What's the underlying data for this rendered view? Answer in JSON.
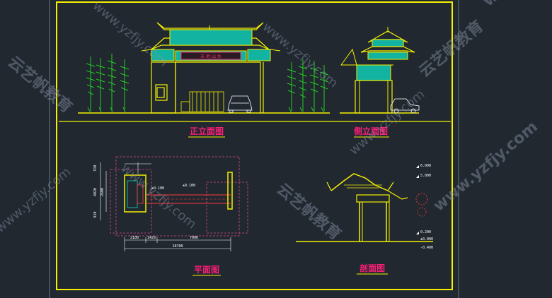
{
  "drawing": {
    "label_front": "正立面图",
    "label_side": "侧立面图",
    "label_plan": "平面图",
    "label_section": "剖面图",
    "sign_text": "天 地 山 水",
    "dim_bottom_1": "2100",
    "dim_bottom_2": "1429",
    "dim_bottom_3": "7000",
    "dim_total": "10700",
    "dim_left_1": "910",
    "dim_left_2": "4020",
    "dim_left_3": "2600",
    "dim_left_4": "910",
    "plan_elev_1": "±0.100",
    "plan_elev_2": "±0.100",
    "sec_elev_1": "6.000",
    "sec_elev_2": "5.000",
    "sec_elev_3": "0.200",
    "sec_elev_4": "±0.000",
    "sec_elev_5": "-0.400"
  },
  "watermark": {
    "cn": "云艺帆教育",
    "url": "www.yzfjy.com"
  },
  "colors": {
    "background": "#212830",
    "frame": "#f5f000",
    "roof_tile": "#12b3a0",
    "trees": "#22cc22",
    "labels": "#ff1e78",
    "construction": "#ff3a3a"
  }
}
